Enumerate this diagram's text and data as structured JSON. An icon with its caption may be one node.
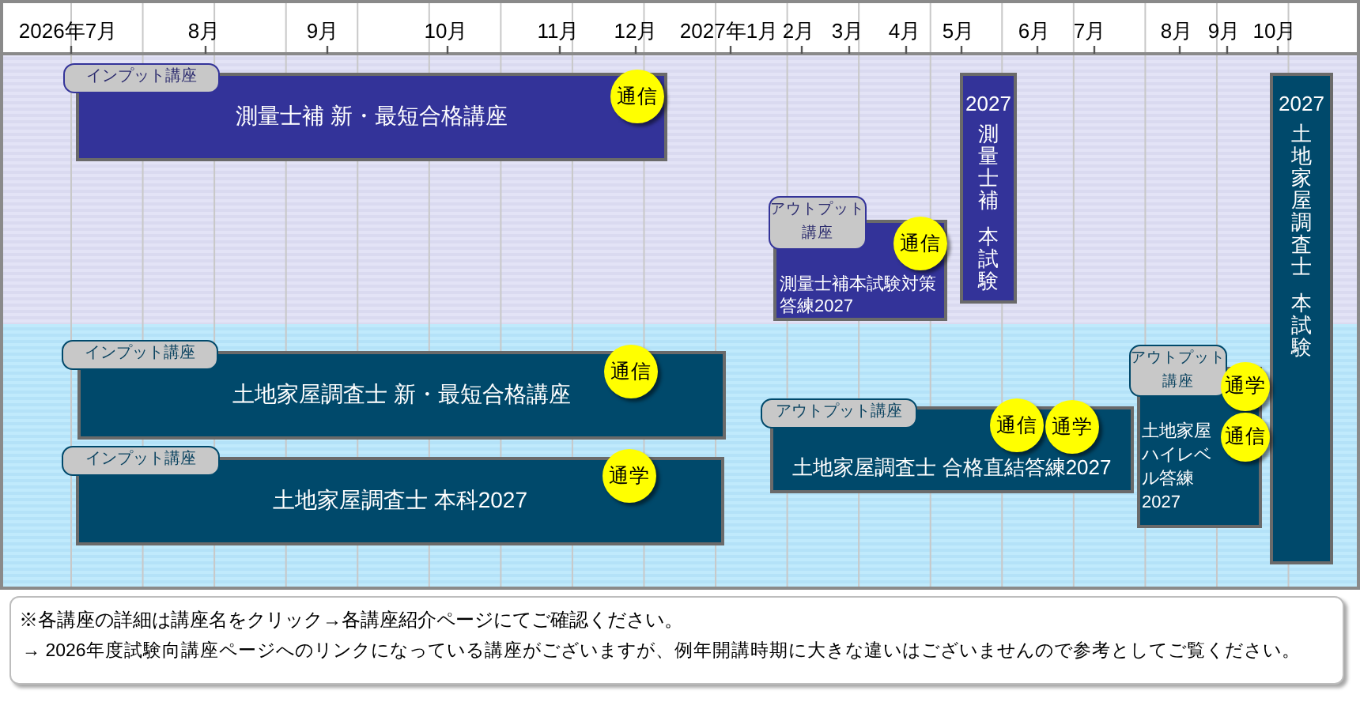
{
  "diagram": {
    "nodes": [
      {
        "text": [
          "インプット講座"
        ]
      },
      {
        "text": [
          "測量士補 新・最短合格講座"
        ]
      },
      {
        "text": [
          "通信"
        ],
        "in": 1
      },
      {
        "text": [
          "2027",
          "測量士補",
          "本試験"
        ]
      },
      {
        "text": [
          "2027",
          "土地家屋調査士",
          "本試験"
        ]
      },
      {
        "text": [
          "アウトプット講座"
        ]
      },
      {
        "text": [
          "測量士補本試験対策答練2027"
        ]
      },
      {
        "text": [
          "通信"
        ],
        "in": 6
      },
      {
        "text": [
          "インプット講座"
        ]
      },
      {
        "text": [
          "土地家屋調査士 新・最短合格講座"
        ]
      },
      {
        "text": [
          "通信"
        ],
        "in": 9
      },
      {
        "text": [
          "アウトプット講座"
        ]
      },
      {
        "text": [
          "土地家屋ハイレベル答練2027"
        ]
      },
      {
        "text": [
          "通学"
        ]
      },
      {
        "text": [
          "通信"
        ]
      },
      {
        "text": [
          "アウトプット講座"
        ]
      },
      {
        "text": [
          "土地家屋調査士 合格直結答練2027"
        ]
      },
      {
        "text": [
          "通信"
        ],
        "in": 16
      },
      {
        "text": [
          "通学"
        ],
        "in": 16
      },
      {
        "text": [
          "インプット講座"
        ]
      },
      {
        "text": [
          "土地家屋調査士 本科2027"
        ]
      },
      {
        "text": [
          "通学"
        ],
        "in": 20
      }
    ],
    "labels": [
      "2026年7月",
      "8月",
      "9月",
      "10月",
      "11月",
      "12月",
      "2027年1月",
      "2月",
      "3月",
      "4月",
      "5月",
      "6月",
      "7月",
      "8月",
      "9月",
      "10月",
      "※各講座の詳細は講座名をクリック→各講座紹介ページにてご確認ください。",
      "→ 2026年度試験向講座ページへのリンクになっている講座がございますが、例年開講時期に大きな違いはございませんので参考としてご覧ください。"
    ]
  }
}
